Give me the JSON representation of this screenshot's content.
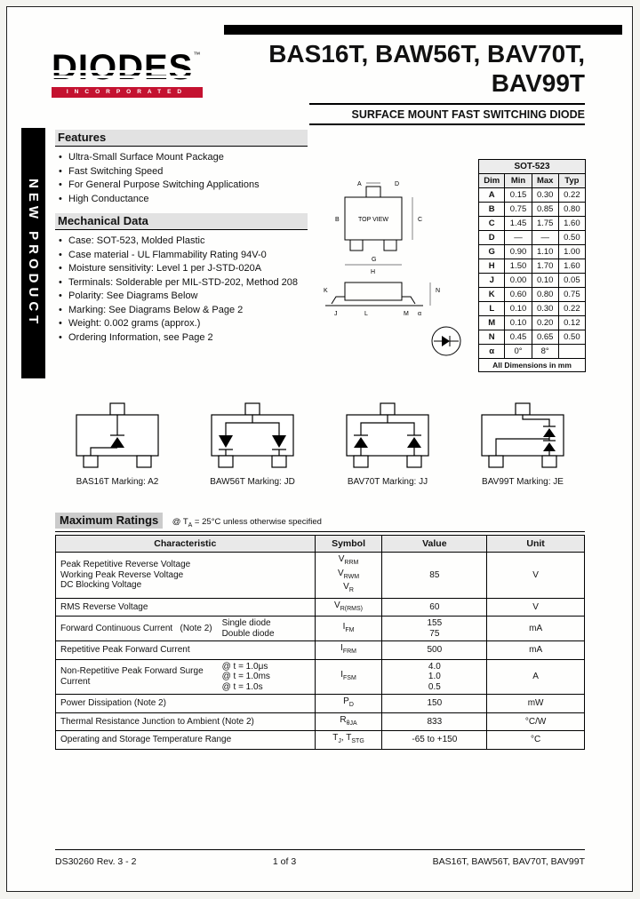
{
  "colors": {
    "accent_red": "#c41230",
    "header_gray": "#e9e9e9"
  },
  "brand": {
    "logo_text": "DIODES",
    "logo_tm": "™",
    "logo_sub": "INCORPORATED"
  },
  "sidebar": {
    "label": "NEW PRODUCT"
  },
  "header": {
    "title_line1": "BAS16T, BAW56T, BAV70T,",
    "title_line2": "BAV99T",
    "subtitle": "SURFACE MOUNT FAST SWITCHING DIODE"
  },
  "features": {
    "heading": "Features",
    "items": [
      "Ultra-Small Surface Mount Package",
      "Fast Switching Speed",
      "For General Purpose Switching Applications",
      "High Conductance"
    ]
  },
  "mechanical": {
    "heading": "Mechanical Data",
    "items": [
      "Case: SOT-523, Molded Plastic",
      "Case material - UL Flammability Rating 94V-0",
      "Moisture sensitivity:  Level 1 per J-STD-020A",
      "Terminals: Solderable per MIL-STD-202, Method 208",
      "Polarity: See Diagrams Below",
      "Marking: See Diagrams Below & Page 2",
      "Weight: 0.002 grams (approx.)",
      "Ordering Information, see Page 2"
    ]
  },
  "drawing": {
    "top_view_label": "TOP VIEW"
  },
  "dim_table": {
    "title": "SOT-523",
    "headers": [
      "Dim",
      "Min",
      "Max",
      "Typ"
    ],
    "rows": [
      [
        "A",
        "0.15",
        "0.30",
        "0.22"
      ],
      [
        "B",
        "0.75",
        "0.85",
        "0.80"
      ],
      [
        "C",
        "1.45",
        "1.75",
        "1.60"
      ],
      [
        "D",
        "—",
        "—",
        "0.50"
      ],
      [
        "G",
        "0.90",
        "1.10",
        "1.00"
      ],
      [
        "H",
        "1.50",
        "1.70",
        "1.60"
      ],
      [
        "J",
        "0.00",
        "0.10",
        "0.05"
      ],
      [
        "K",
        "0.60",
        "0.80",
        "0.75"
      ],
      [
        "L",
        "0.10",
        "0.30",
        "0.22"
      ],
      [
        "M",
        "0.10",
        "0.20",
        "0.12"
      ],
      [
        "N",
        "0.45",
        "0.65",
        "0.50"
      ],
      [
        "α",
        "0°",
        "8°",
        ""
      ]
    ],
    "footer": "All Dimensions in mm"
  },
  "markings": [
    {
      "label": "BAS16T Marking: A2"
    },
    {
      "label": "BAW56T Marking: JD"
    },
    {
      "label": "BAV70T Marking: JJ"
    },
    {
      "label": "BAV99T Marking: JE"
    }
  ],
  "ratings": {
    "heading": "Maximum Ratings",
    "note": "@ T~A~ = 25°C unless otherwise specified",
    "headers": [
      "Characteristic",
      "Symbol",
      "Value",
      "Unit"
    ],
    "rows": [
      {
        "char": [
          "Peak Repetitive Reverse Voltage",
          "Working Peak Reverse Voltage",
          "DC Blocking Voltage"
        ],
        "subs": [],
        "symbol": [
          "V~RRM~",
          "V~RWM~",
          "V~R~"
        ],
        "values": [
          "85"
        ],
        "unit": "V"
      },
      {
        "char": [
          "RMS Reverse Voltage"
        ],
        "subs": [],
        "symbol": [
          "V~R(RMS)~"
        ],
        "values": [
          "60"
        ],
        "unit": "V"
      },
      {
        "char": [
          "Forward Continuous Current   (Note 2)"
        ],
        "subs": [
          "Single diode",
          "Double diode"
        ],
        "symbol": [
          "I~FM~"
        ],
        "values": [
          "155",
          "75"
        ],
        "unit": "mA"
      },
      {
        "char": [
          "Repetitive Peak Forward Current"
        ],
        "subs": [],
        "symbol": [
          "I~FRM~"
        ],
        "values": [
          "500"
        ],
        "unit": "mA"
      },
      {
        "char": [
          "Non-Repetitive Peak Forward Surge Current"
        ],
        "subs": [
          "@ t = 1.0μs",
          "@ t = 1.0ms",
          "@ t = 1.0s"
        ],
        "symbol": [
          "I~FSM~"
        ],
        "values": [
          "4.0",
          "1.0",
          "0.5"
        ],
        "unit": "A"
      },
      {
        "char": [
          "Power Dissipation (Note 2)"
        ],
        "subs": [],
        "symbol": [
          "P~D~"
        ],
        "values": [
          "150"
        ],
        "unit": "mW"
      },
      {
        "char": [
          "Thermal Resistance Junction to Ambient (Note 2)"
        ],
        "subs": [],
        "symbol": [
          "R~θJA~"
        ],
        "values": [
          "833"
        ],
        "unit": "°C/W"
      },
      {
        "char": [
          "Operating and Storage Temperature Range"
        ],
        "subs": [],
        "symbol": [
          "T~J~, T~STG~"
        ],
        "values": [
          "-65 to +150"
        ],
        "unit": "°C"
      }
    ]
  },
  "footer": {
    "left": "DS30260 Rev. 3 - 2",
    "center": "1 of 3",
    "right": "BAS16T, BAW56T, BAV70T, BAV99T"
  }
}
